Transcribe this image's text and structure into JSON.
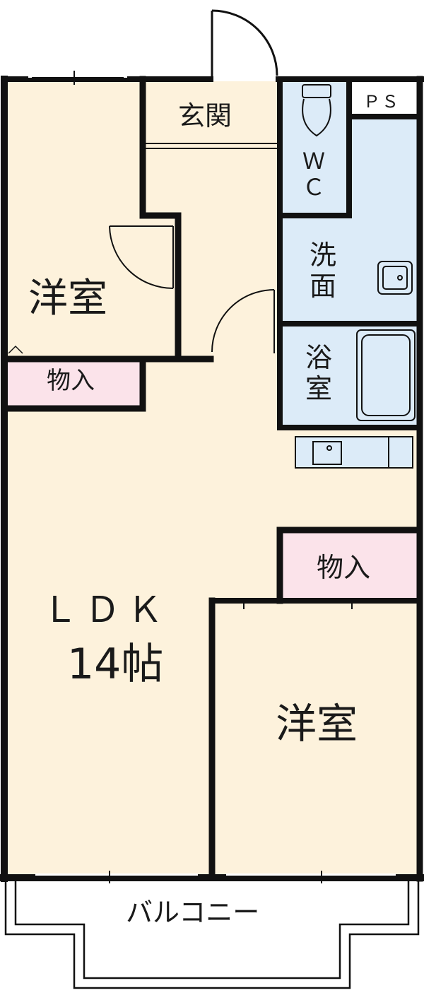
{
  "colors": {
    "room_floor": "#FDF2DC",
    "wet_area": "#DCEBF8",
    "storage": "#FBE3EA",
    "wall": "#111111",
    "balcony": "#FFFFFF"
  },
  "icons": [
    "toilet-icon",
    "washbasin-icon",
    "bathtub-icon",
    "kitchen-counter-icon",
    "door-swing-icon"
  ],
  "rooms": {
    "genkan": "玄関",
    "ps": "ＰＳ",
    "wc_line1": "Ｗ",
    "wc_line2": "Ｃ",
    "senmen_line1": "洗",
    "senmen_line2": "面",
    "yokushitsu_line1": "浴",
    "yokushitsu_line2": "室",
    "youshitsu_left": "洋室",
    "youshitsu_right": "洋室",
    "monoire_left": "物入",
    "monoire_right": "物入",
    "ldk": "ＬＤＫ",
    "ldk_size": "14帖",
    "balcony": "バルコニー"
  }
}
